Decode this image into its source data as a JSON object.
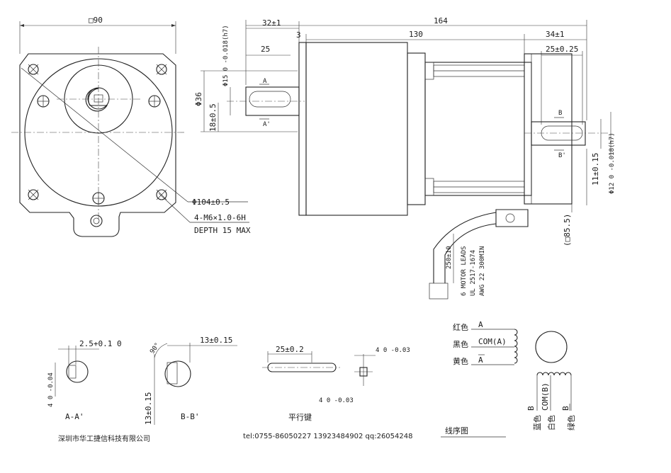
{
  "front_view": {
    "flange_dim": "□90",
    "pcd_dim": "Φ104±0.5",
    "hole_note": [
      "4-M6×1.0-6H",
      "DEPTH 15 MAX"
    ]
  },
  "side_view": {
    "dim_total": "164",
    "dim_shaft_front": "32±1",
    "dim_pilot": "3",
    "dim_body": "130",
    "dim_rear": "34±1",
    "dim_key_front": "25",
    "dim_key_rear": "25±0.25",
    "dim_pilot_dia": "Φ36",
    "dim_shaft_front_dia": "Φ15 0 -0.018(h7)",
    "dim_flat_front": "18±0.5",
    "dim_flat_rear": "11±0.15",
    "dim_shaft_rear_dia": "Φ12 0 -0.018(h7)",
    "dim_square": "(□85.5)",
    "section_a": "A",
    "section_a_prime": "A'",
    "section_b": "B",
    "section_b_prime": "B'",
    "lead_length": "250±10",
    "lead_note": [
      "6 MOTOR LEADS",
      "UL 2517-1674",
      "AWG 22 300MIN"
    ]
  },
  "details": {
    "aa_label": "A-A'",
    "aa_dim_key": "2.5+0.1 0",
    "aa_dim_h": "4 0 -0.04",
    "bb_label": "B-B'",
    "bb_angle": "90°",
    "bb_dim_w": "13±0.15",
    "bb_dim_h": "13±0.15",
    "key_label": "平行键",
    "key_dim_len": "25±0.2",
    "key_dim_w": "4 0 -0.03",
    "key_dim_h": "4 0 -0.03"
  },
  "wiring": {
    "title": "线序图",
    "red": "红色",
    "black": "黑色",
    "yellow": "黄色",
    "wire_a": "A",
    "com_a": "COM(A)",
    "wire_a_bar": "A",
    "wire_b": "B",
    "com_b": "COM(B)",
    "wire_b_bar": "B",
    "blue": "蓝色",
    "white": "白色",
    "green": "绿色"
  },
  "footer": {
    "company": "深圳市华工捷信科技有限公司",
    "contact": "tel:0755-86050227  13923484902 qq:26054248"
  }
}
